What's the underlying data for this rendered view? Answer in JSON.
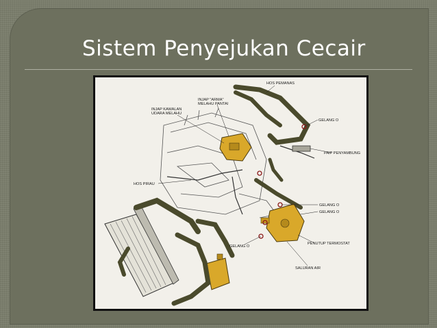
{
  "slide": {
    "title": "Sistem Penyejukan Cecair"
  },
  "diagram": {
    "labels": {
      "hos_pemanas": "HOS PEMANAS",
      "injap_sarma_1": "INJAP \"ARMA\"",
      "injap_sarma_2": "MELAHU PANTAI",
      "injap_kawalan_1": "INJAP KAWALAN",
      "injap_kawalan_2": "UDARA MELAHU",
      "gelang_o_1": "GELANG O",
      "paip_penyambung": "PAIP PENYAMBUNG",
      "hos_pirau": "HOS PIRAU",
      "gelang_o_2": "GELANG O",
      "gelang_o_3": "GELANG O",
      "gelang_o_4": "GELANG O",
      "penutup_termostat": "PENUTUP TERMOSTAT",
      "saluran_air": "SALURAN AIR"
    },
    "colors": {
      "hose": "#4a4a2c",
      "brass": "#d9a82a",
      "line": "#2a2a2a"
    }
  }
}
